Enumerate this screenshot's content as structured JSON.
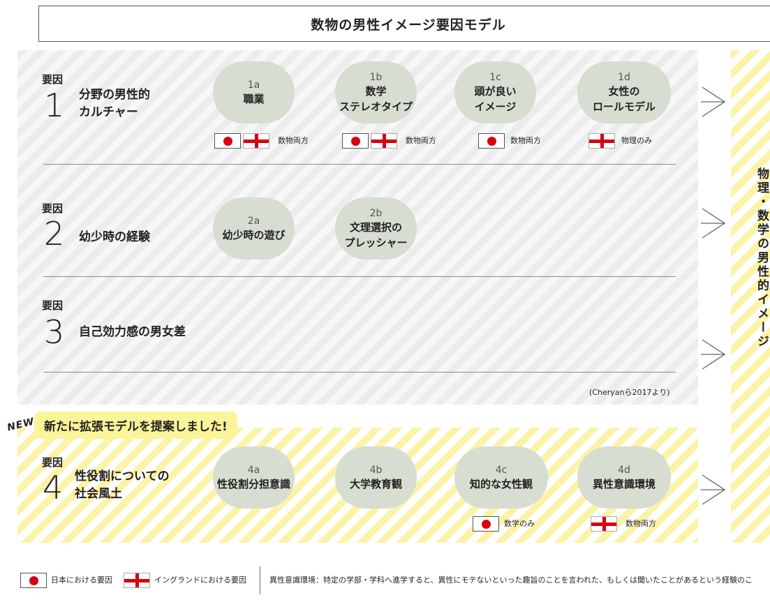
{
  "title": "数物の男性イメージ要因モデル",
  "factor_prefix": "要因",
  "factors": [
    {
      "num": "1",
      "name": "分野の男性的\nカルチャー"
    },
    {
      "num": "2",
      "name": "幼少時の経験"
    },
    {
      "num": "3",
      "name": "自己効力感の男女差"
    },
    {
      "num": "4",
      "name": "性役割についての\n社会風土"
    }
  ],
  "pills": {
    "1a": {
      "id": "1a",
      "label": "職業"
    },
    "1b": {
      "id": "1b",
      "label": "数学\nステレオタイプ"
    },
    "1c": {
      "id": "1c",
      "label": "頭が良い\nイメージ"
    },
    "1d": {
      "id": "1d",
      "label": "女性の\nロールモデル"
    },
    "2a": {
      "id": "2a",
      "label": "幼少時の遊び"
    },
    "2b": {
      "id": "2b",
      "label": "文理選択の\nプレッシャー"
    },
    "4a": {
      "id": "4a",
      "label": "性役割分担意識"
    },
    "4b": {
      "id": "4b",
      "label": "大学教育観"
    },
    "4c": {
      "id": "4c",
      "label": "知的な女性観"
    },
    "4d": {
      "id": "4d",
      "label": "異性意識環境"
    }
  },
  "flag_notes": {
    "1a": "数物両方",
    "1b": "数物両方",
    "1c": "数物両方",
    "1d": "物理のみ",
    "4c": "数学のみ",
    "4d": "数物両方"
  },
  "source_note": "(Cheryanら2017より)",
  "new_mark": "NEW!",
  "new_banner": "新たに拡張モデルを提案しました!",
  "right_label": "物理・数学の男性的イメージ",
  "footer": {
    "japan_legend": "日本における要因",
    "england_legend": "イングランドにおける要因",
    "definition": "異性意識環境：特定の学部・学科へ進学すると、異性にモテないといった趣旨のことを言われた、もしくは聞いたことがあるという経験のこ"
  },
  "colors": {
    "pill": "#d8ddd2",
    "yellow_highlight": "#fbf59a",
    "flag_red": "#d7000f"
  }
}
